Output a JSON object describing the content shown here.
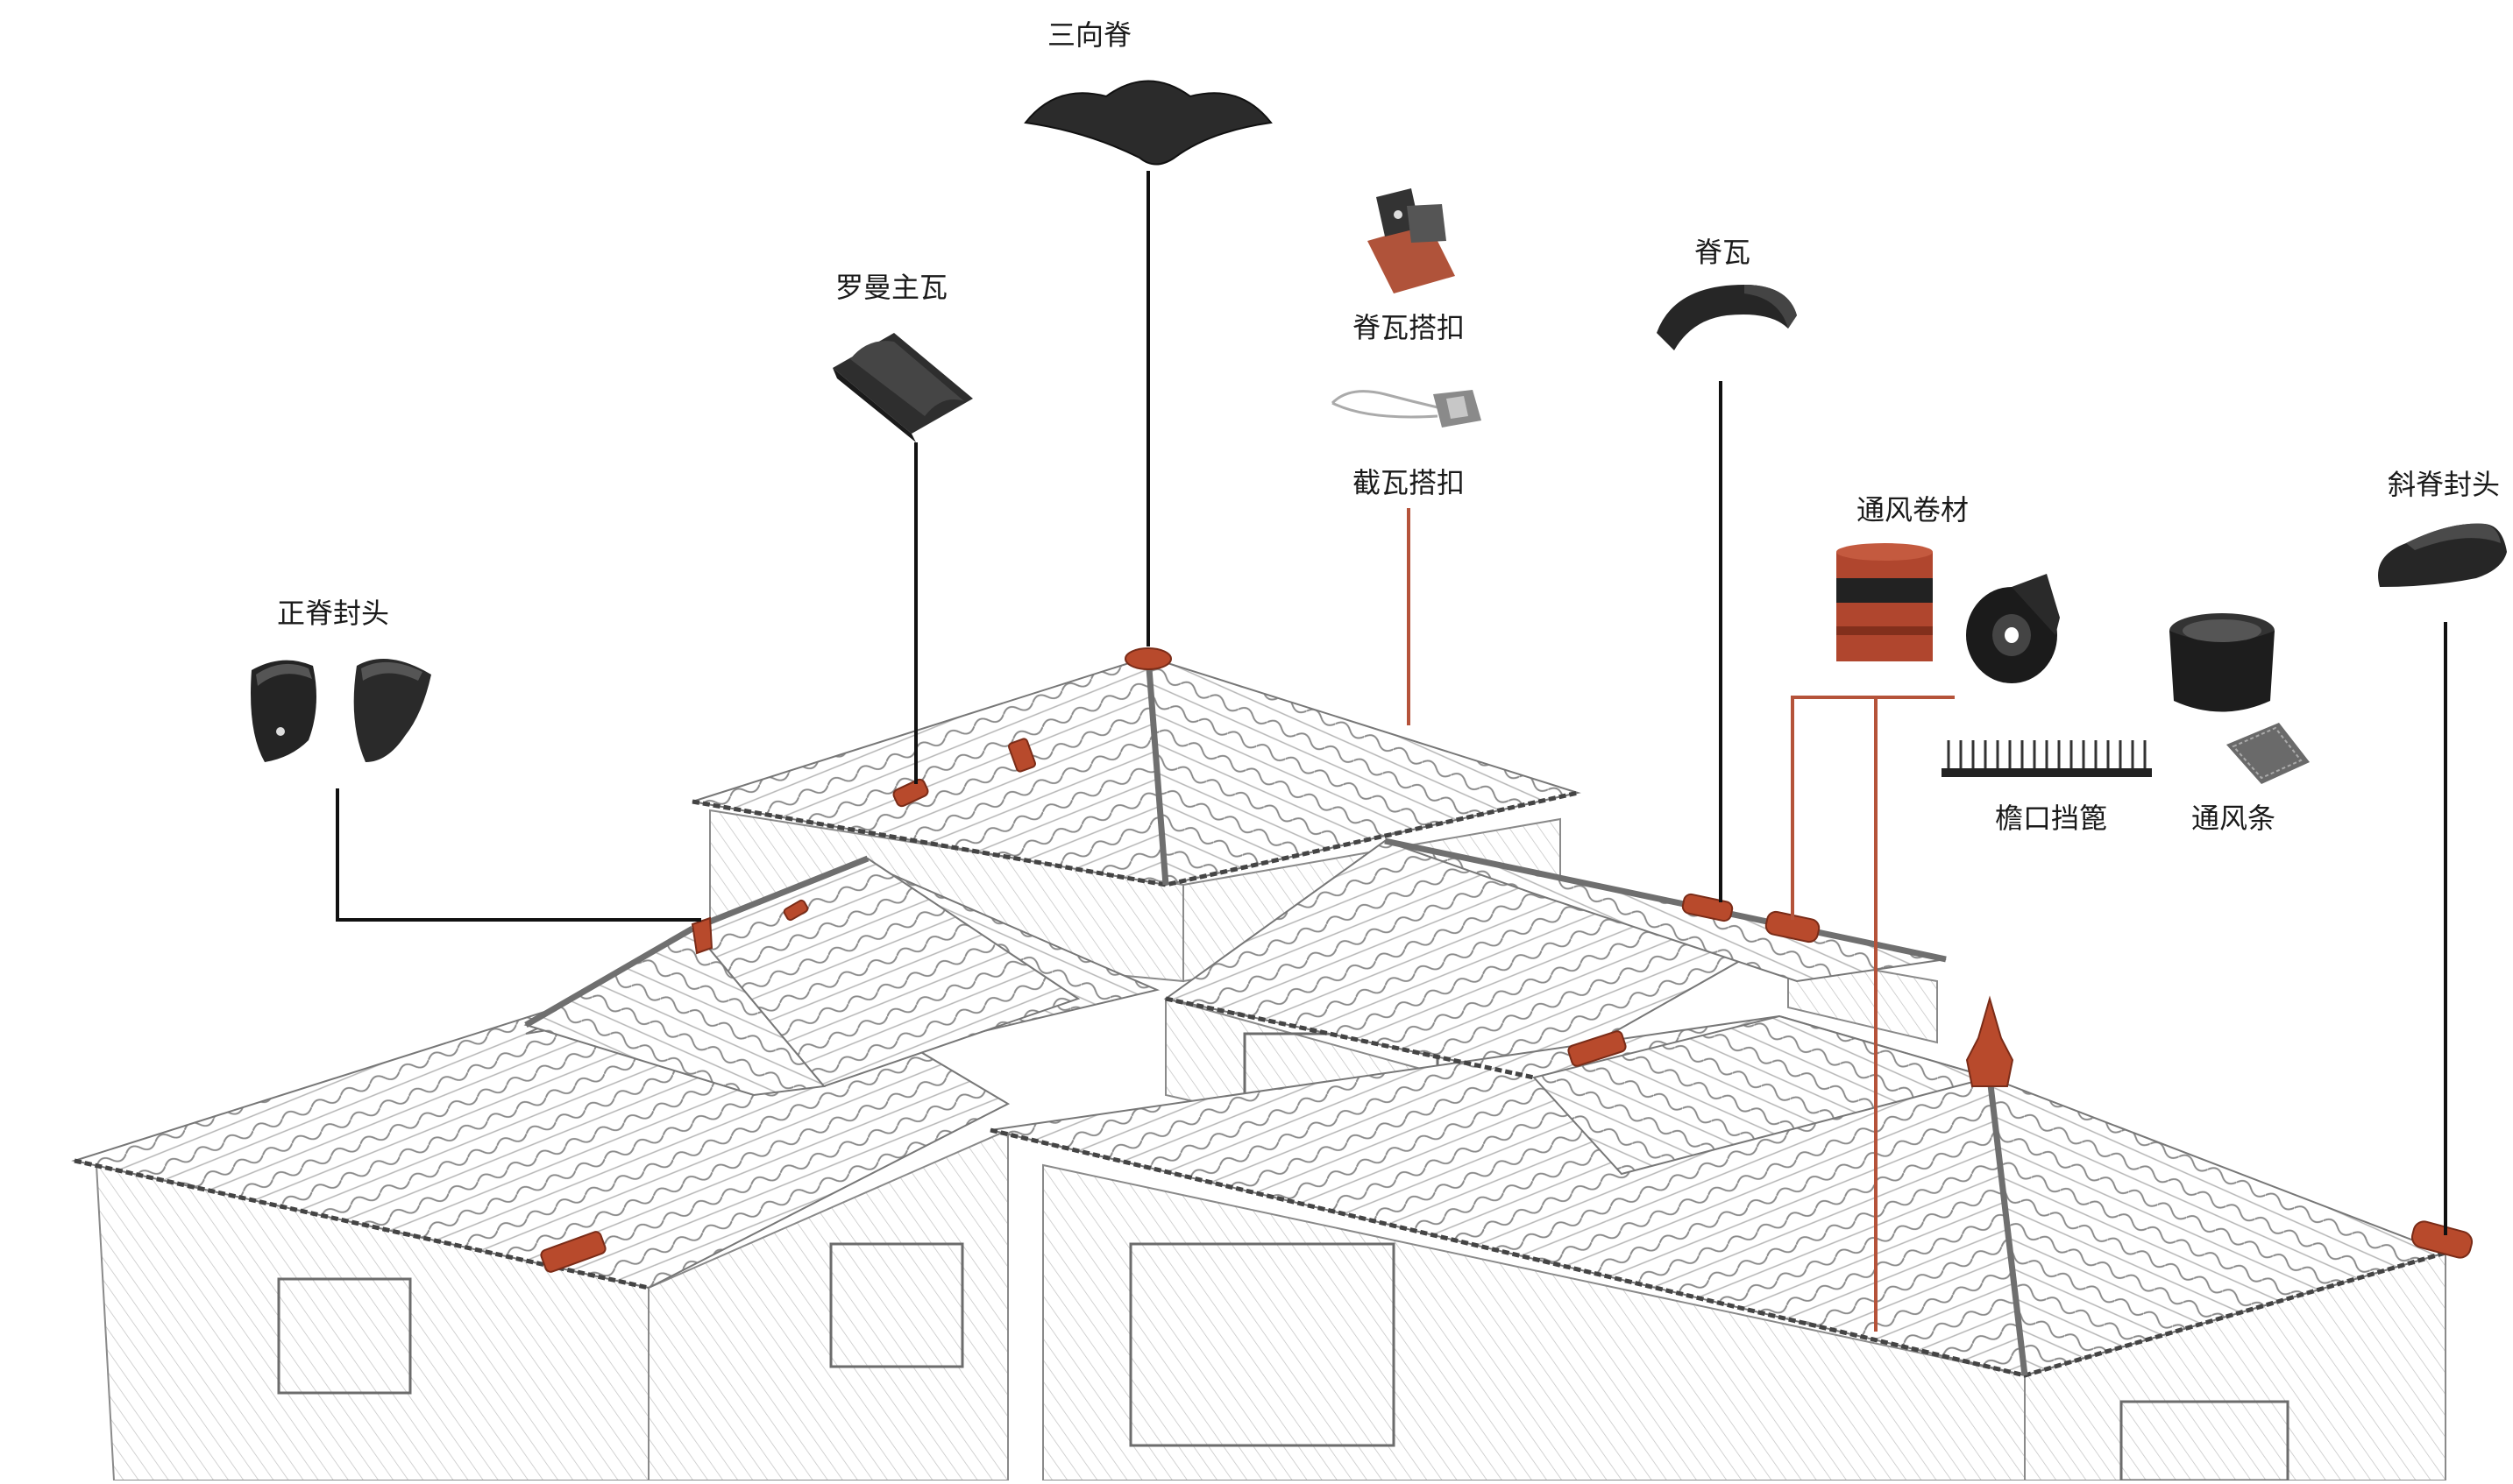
{
  "labels": {
    "sanxiangji": "三向脊",
    "luoman_zhuwa": "罗曼主瓦",
    "jiwa_dakou": "脊瓦搭扣",
    "jiewa_dakou": "截瓦搭扣",
    "jiwa": "脊瓦",
    "tongfeng_juancai": "通风卷材",
    "xieji_fengtou": "斜脊封头",
    "zhengji_fengtou": "正脊封头",
    "yankou_dangbi": "檐口挡篦",
    "tongfeng_tiao": "通风条"
  },
  "colors": {
    "tile_dark": "#2b2b2b",
    "accent_red": "#b84a2c",
    "leader_black": "#111111",
    "leader_red": "#b5533a",
    "sketch": "#777777"
  },
  "icons": [
    "three-way-ridge-icon",
    "roman-tile-icon",
    "ridge-clip-icon",
    "tile-clip-icon",
    "ridge-tile-icon",
    "vent-roll-icon",
    "hip-end-cap-icon",
    "ridge-end-cap-icon",
    "eave-comb-icon",
    "vent-strip-icon"
  ]
}
